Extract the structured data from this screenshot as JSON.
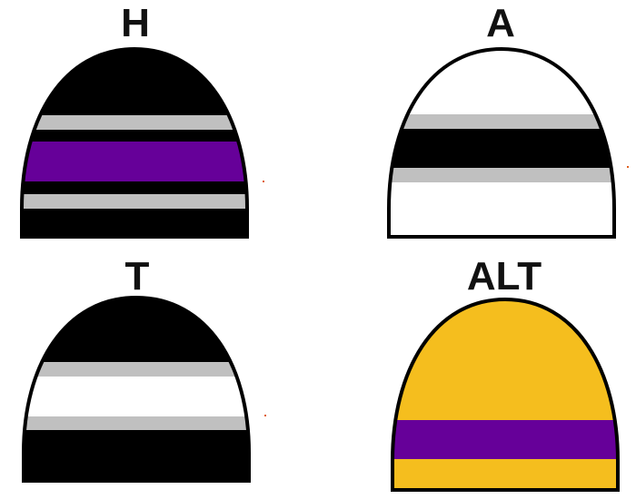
{
  "caps": [
    {
      "id": "home",
      "label": "H",
      "outline": "#000000",
      "bands": [
        "#000000",
        "#c0c0c0",
        "#000000",
        "#660099",
        "#000000",
        "#c0c0c0",
        "#000000"
      ]
    },
    {
      "id": "away",
      "label": "A",
      "outline": "#000000",
      "bands": [
        "#ffffff",
        "#c0c0c0",
        "#000000",
        "#c0c0c0",
        "#ffffff"
      ]
    },
    {
      "id": "third",
      "label": "T",
      "outline": "#000000",
      "bands": [
        "#000000",
        "#c0c0c0",
        "#ffffff",
        "#c0c0c0",
        "#000000"
      ]
    },
    {
      "id": "alternate",
      "label": "ALT",
      "outline": "#000000",
      "bands": [
        "#f5be1e",
        "#660099",
        "#f5be1e"
      ]
    }
  ]
}
